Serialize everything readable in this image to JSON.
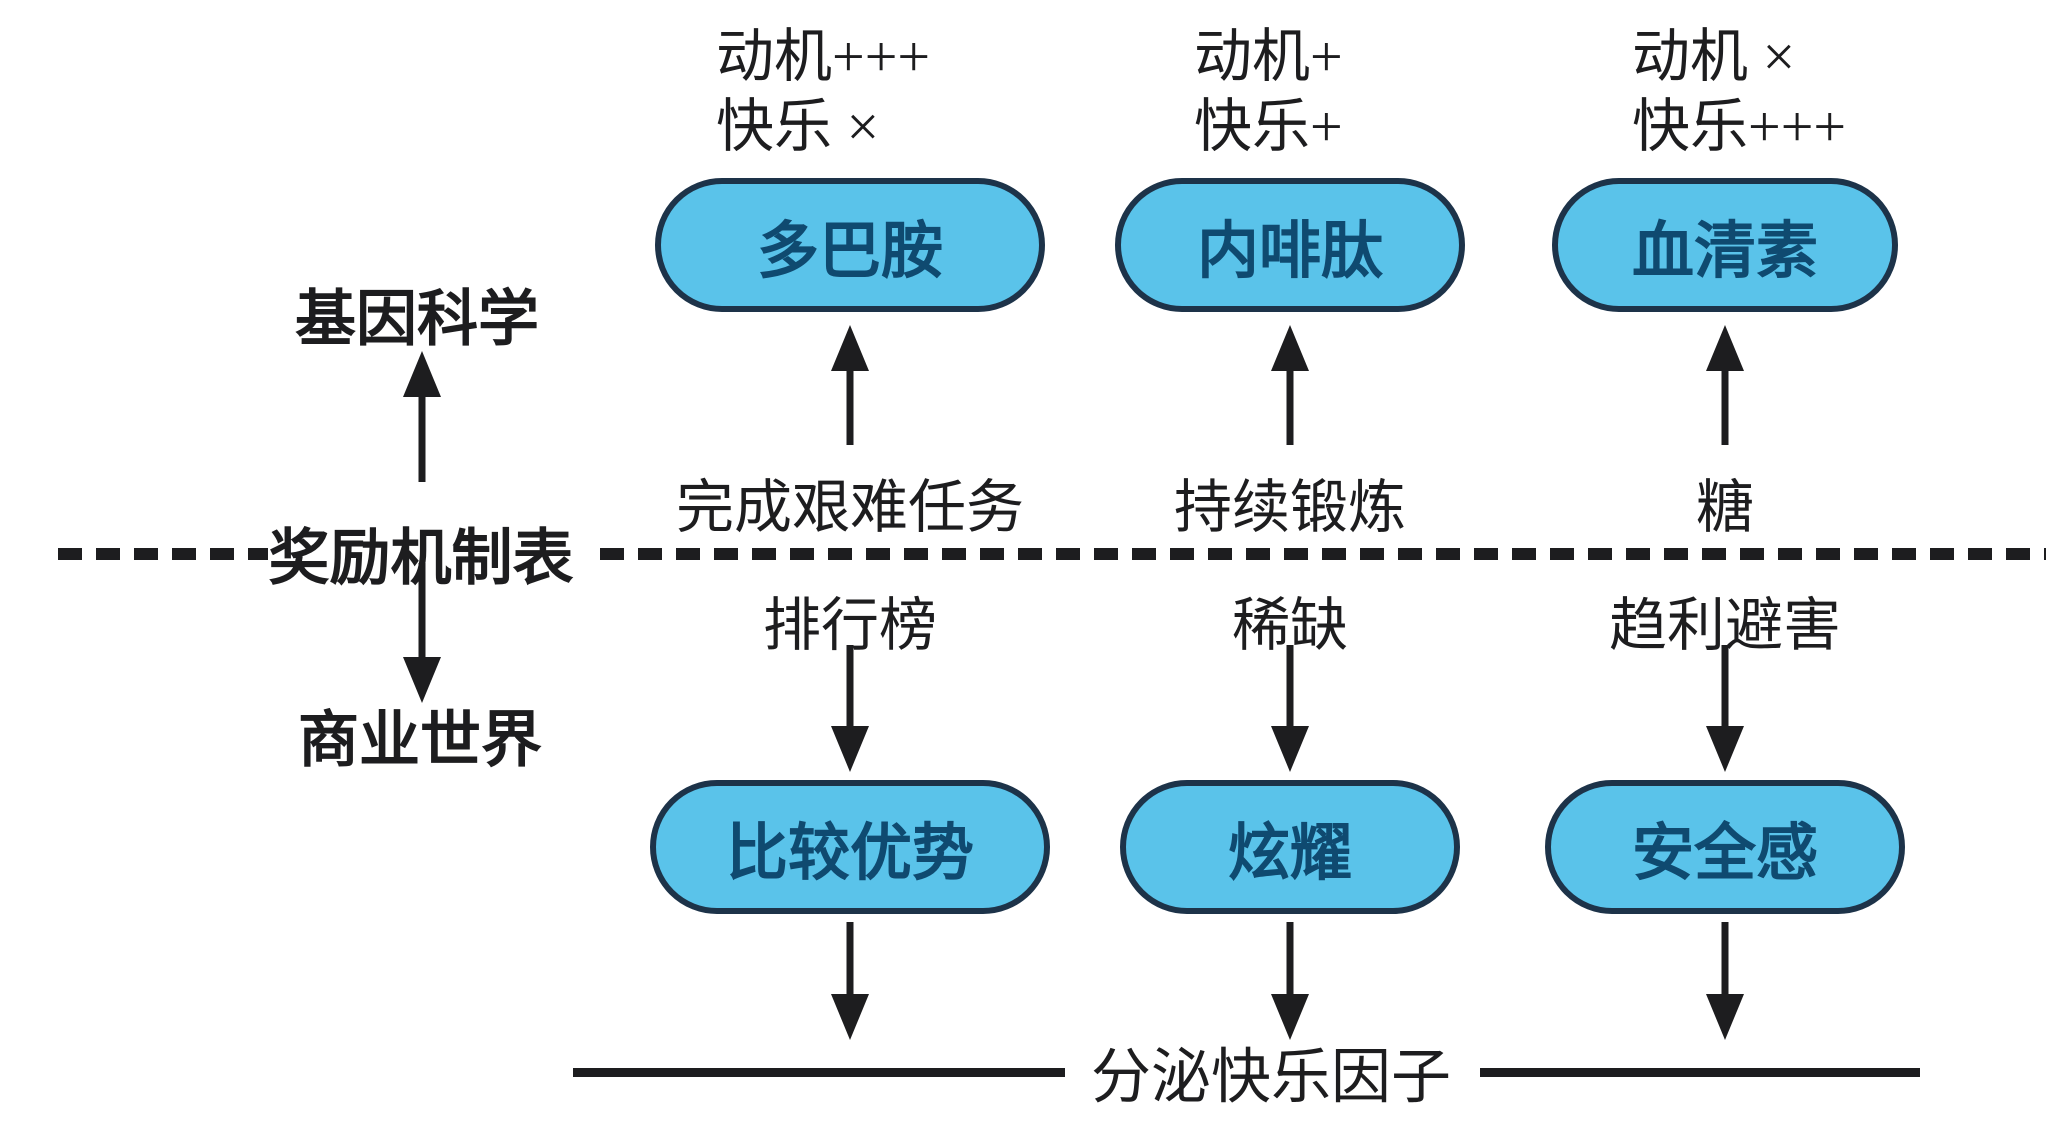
{
  "diagram": {
    "left_rail": {
      "top_label": "基因科学",
      "middle_label": "奖励机制表",
      "bottom_label": "商业世界"
    },
    "columns": [
      {
        "annotation_line1": "动机+++",
        "annotation_line2": "快乐 ×",
        "top_pill": "多巴胺",
        "stimulus_top": "完成艰难任务",
        "stimulus_bottom": "排行榜",
        "bottom_pill": "比较优势"
      },
      {
        "annotation_line1": "动机+",
        "annotation_line2": "快乐+",
        "top_pill": "内啡肽",
        "stimulus_top": "持续锻炼",
        "stimulus_bottom": "稀缺",
        "bottom_pill": "炫耀"
      },
      {
        "annotation_line1": "动机 ×",
        "annotation_line2": "快乐+++",
        "top_pill": "血清素",
        "stimulus_top": "糖",
        "stimulus_bottom": "趋利避害",
        "bottom_pill": "安全感"
      }
    ],
    "bottom_label": "分泌快乐因子",
    "colors": {
      "pill_fill": "#5ac3ea",
      "pill_border": "#1d3349",
      "pill_text": "#0f4a70",
      "ink": "#1d1d1f",
      "background": "#ffffff"
    }
  }
}
